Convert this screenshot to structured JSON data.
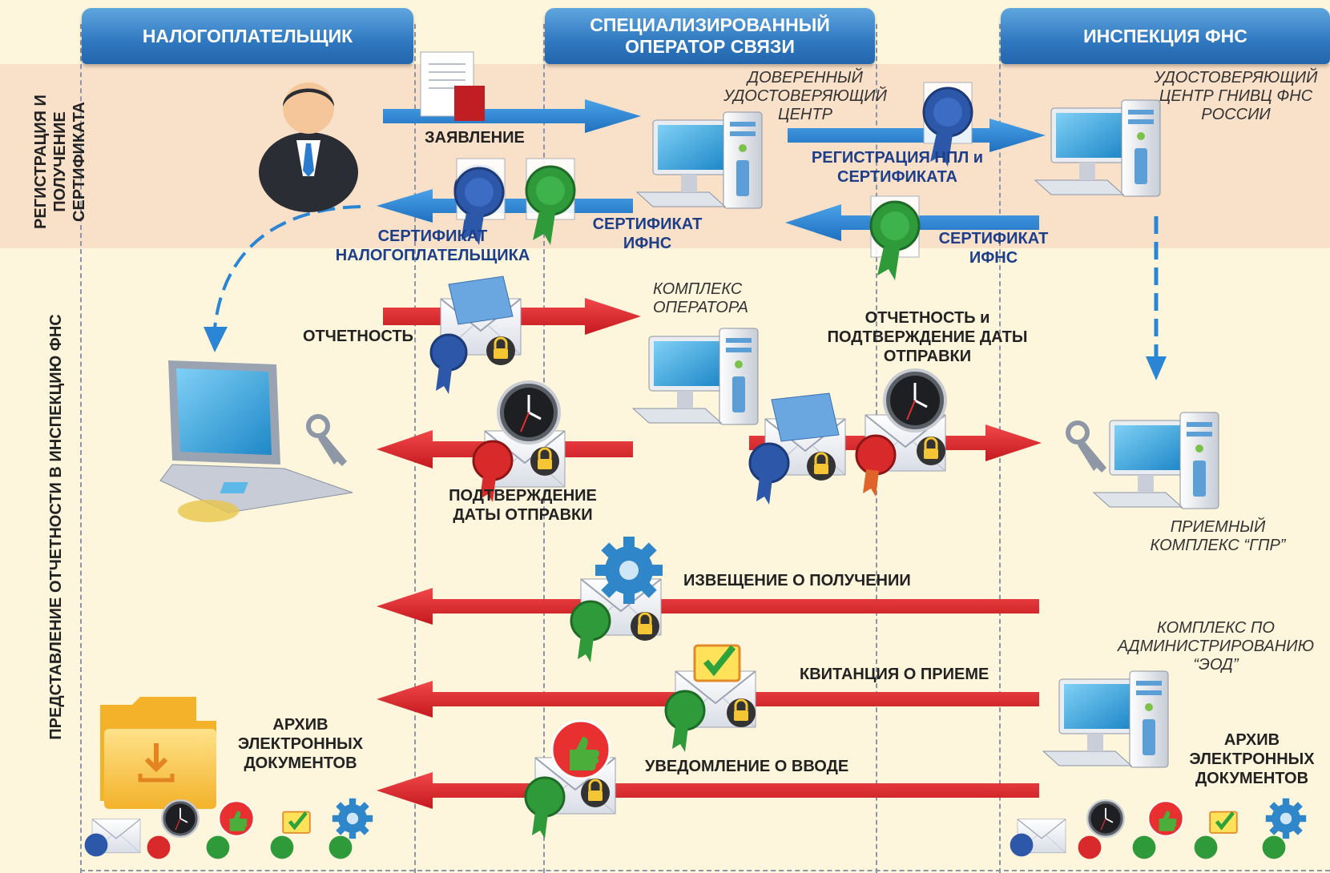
{
  "headers": {
    "taxpayer": "НАЛОГОПЛАТЕЛЬЩИК",
    "operator_line1": "СПЕЦИАЛИЗИРОВАННЫЙ",
    "operator_line2": "ОПЕРАТОР СВЯЗИ",
    "inspection": "ИНСПЕКЦИЯ ФНС"
  },
  "side_labels": {
    "registration_1": "РЕГИСТРАЦИЯ И",
    "registration_2": "ПОЛУЧЕНИЕ",
    "registration_3": "СЕРТИФИКАТА",
    "reporting": "ПРЕДСТАВЛЕНИЕ ОТЧЕТНОСТИ В ИНСПЕКЦИЮ ФНС"
  },
  "labels": {
    "application": "ЗАЯВЛЕНИЕ",
    "trusted_ca_1": "ДОВЕРЕННЫЙ",
    "trusted_ca_2": "УДОСТОВЕРЯЮЩИЙ",
    "trusted_ca_3": "ЦЕНТР",
    "gnivc_1": "УДОСТОВЕРЯЮЩИЙ",
    "gnivc_2": "ЦЕНТР ГНИВЦ ФНС",
    "gnivc_3": "РОССИИ",
    "reg_npl_1": "РЕГИСТРАЦИЯ НПЛ и",
    "reg_npl_2": "СЕРТИФИКАТА",
    "cert_taxpayer_1": "СЕРТИФИКАТ",
    "cert_taxpayer_2": "НАЛОГОПЛАТЕЛЬЩИКА",
    "cert_ifns_left_1": "СЕРТИФИКАТ",
    "cert_ifns_left_2": "ИФНС",
    "cert_ifns_right_1": "СЕРТИФИКАТ",
    "cert_ifns_right_2": "ИФНС",
    "operator_complex_1": "КОМПЛЕКС",
    "operator_complex_2": "ОПЕРАТОРА",
    "reporting": "ОТЧЕТНОСТЬ",
    "reporting_confirm_1": "ОТЧЕТНОСТЬ и",
    "reporting_confirm_2": "ПОДТВЕРЖДЕНИЕ ДАТЫ",
    "reporting_confirm_3": "ОТПРАВКИ",
    "send_date_confirm_1": "ПОДТВЕРЖДЕНИЕ",
    "send_date_confirm_2": "ДАТЫ ОТПРАВКИ",
    "receiving_complex_1": "ПРИЕМНЫЙ",
    "receiving_complex_2": "КОМПЛЕКС “ГПР”",
    "receipt_notice": "ИЗВЕЩЕНИЕ О ПОЛУЧЕНИИ",
    "acceptance_receipt": "КВИТАНЦИЯ О ПРИЕМЕ",
    "input_notice": "УВЕДОМЛЕНИЕ О ВВОДЕ",
    "eod_complex_1": "КОМПЛЕКС ПО",
    "eod_complex_2": "АДМИНИСТРИРОВАНИЮ",
    "eod_complex_3": "“ЭОД”",
    "archive_left_1": "АРХИВ",
    "archive_left_2": "ЭЛЕКТРОННЫХ",
    "archive_left_3": "ДОКУМЕНТОВ",
    "archive_right_1": "АРХИВ",
    "archive_right_2": "ЭЛЕКТРОННЫХ",
    "archive_right_3": "ДОКУМЕНТОВ"
  },
  "colors": {
    "header_blue": "#2f78c0",
    "arrow_blue": "#2a86d4",
    "arrow_red": "#e3262b",
    "label_blue": "#1d3f8a",
    "seal_blue": "#2d57a8",
    "seal_green": "#2f9a3a",
    "seal_red": "#d82a2a",
    "band_registration": "#f9e0c9",
    "background": "#fdf6dc"
  },
  "icons": [
    "businessman-icon",
    "document-icon",
    "computer-icon",
    "laptop-icon",
    "key-icon",
    "envelope-icon",
    "seal-icon",
    "clock-icon",
    "lock-icon",
    "gear-icon",
    "checkmark-icon",
    "thumbs-up-icon",
    "folder-icon"
  ]
}
